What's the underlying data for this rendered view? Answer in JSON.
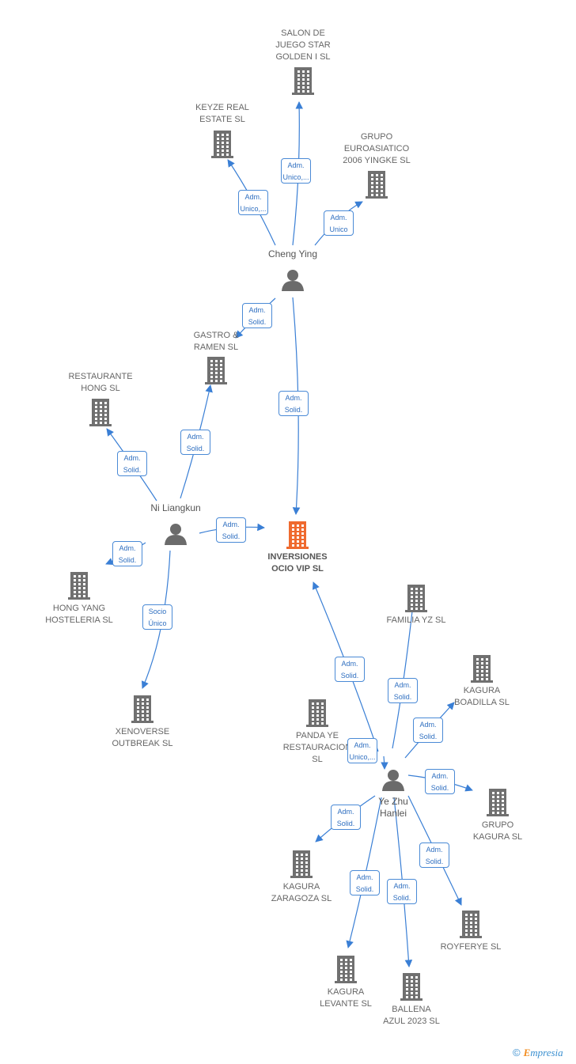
{
  "colors": {
    "edge": "#3a7fd5",
    "building": "#707070",
    "main_building": "#ef6a2f",
    "person": "#6b6b6b"
  },
  "companies": [
    {
      "id": "main",
      "label": "INVERSIONES\nOCIO VIP  SL",
      "main": true
    },
    {
      "id": "salon",
      "label": "SALON DE\nJUEGO STAR\nGOLDEN I  SL"
    },
    {
      "id": "keyze",
      "label": "KEYZE REAL\nESTATE  SL"
    },
    {
      "id": "grupo_euro",
      "label": "GRUPO\nEUROASIATICO\n2006 YINGKE SL"
    },
    {
      "id": "gastro",
      "label": "GASTRO &\nRAMEN  SL"
    },
    {
      "id": "rest_hong",
      "label": "RESTAURANTE\nHONG  SL"
    },
    {
      "id": "hong_yang",
      "label": "HONG YANG\nHOSTELERIA SL"
    },
    {
      "id": "xenoverse",
      "label": "XENOVERSE\nOUTBREAK  SL"
    },
    {
      "id": "familia",
      "label": "FAMILIA YZ  SL"
    },
    {
      "id": "kag_boadilla",
      "label": "KAGURA\nBOADILLA  SL"
    },
    {
      "id": "panda",
      "label": "PANDA YE\nRESTAURACION\nSL"
    },
    {
      "id": "grupo_kagura",
      "label": "GRUPO\nKAGURA  SL"
    },
    {
      "id": "kag_zaragoza",
      "label": "KAGURA\nZARAGOZA  SL"
    },
    {
      "id": "royferye",
      "label": "ROYFERYE  SL"
    },
    {
      "id": "kag_levante",
      "label": "KAGURA\nLEVANTE  SL"
    },
    {
      "id": "ballena",
      "label": "BALLENA\nAZUL 2023  SL"
    }
  ],
  "persons": [
    {
      "id": "cheng",
      "label": "Cheng Ying"
    },
    {
      "id": "ni",
      "label": "Ni Liangkun"
    },
    {
      "id": "yezhu",
      "label": "Ye Zhu\nHanlei"
    }
  ],
  "edges": [
    {
      "from": "cheng",
      "to": "salon",
      "label": "Adm.\nUnico,..."
    },
    {
      "from": "cheng",
      "to": "keyze",
      "label": "Adm.\nUnico,..."
    },
    {
      "from": "cheng",
      "to": "grupo_euro",
      "label": "Adm.\nUnico"
    },
    {
      "from": "cheng",
      "to": "gastro",
      "label": "Adm.\nSolid."
    },
    {
      "from": "cheng",
      "to": "main",
      "label": "Adm.\nSolid."
    },
    {
      "from": "ni",
      "to": "gastro",
      "label": "Adm.\nSolid."
    },
    {
      "from": "ni",
      "to": "rest_hong",
      "label": "Adm.\nSolid."
    },
    {
      "from": "ni",
      "to": "main",
      "label": "Adm.\nSolid."
    },
    {
      "from": "ni",
      "to": "hong_yang",
      "label": "Adm.\nSolid."
    },
    {
      "from": "ni",
      "to": "xenoverse",
      "label": "Socio\nÚnico"
    },
    {
      "from": "yezhu",
      "to": "main",
      "label": "Adm.\nSolid."
    },
    {
      "from": "yezhu",
      "to": "familia",
      "label": "Adm.\nSolid."
    },
    {
      "from": "yezhu",
      "to": "kag_boadilla",
      "label": "Adm.\nSolid."
    },
    {
      "from": "yezhu",
      "to": "panda",
      "label": "Adm.\nUnico,..."
    },
    {
      "from": "yezhu",
      "to": "grupo_kagura",
      "label": "Adm.\nSolid."
    },
    {
      "from": "yezhu",
      "to": "kag_zaragoza",
      "label": "Adm.\nSolid."
    },
    {
      "from": "yezhu",
      "to": "royferye",
      "label": "Adm.\nSolid."
    },
    {
      "from": "yezhu",
      "to": "kag_levante",
      "label": "Adm.\nSolid."
    },
    {
      "from": "yezhu",
      "to": "ballena",
      "label": "Adm.\nSolid."
    }
  ],
  "footer": {
    "copyright_symbol": "©",
    "brand_initial": "E",
    "brand_rest": "mpresia"
  }
}
